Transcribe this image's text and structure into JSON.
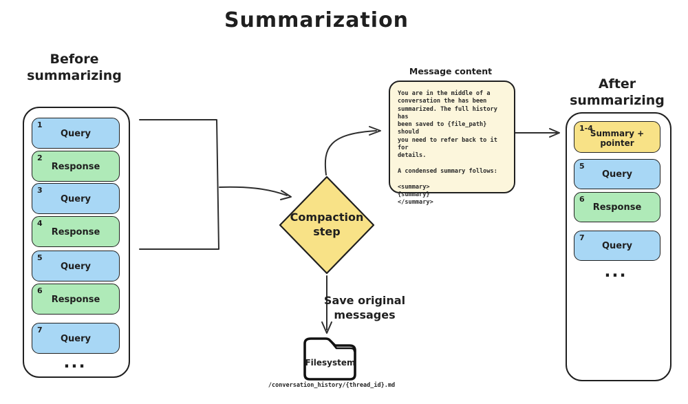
{
  "title": "Summarization",
  "colors": {
    "blue": "#a8d7f5",
    "green": "#afeab8",
    "yellow": "#f8e287",
    "cream": "#fcf6dc",
    "ink": "#1f1f1f"
  },
  "before": {
    "heading": "Before\nsummarizing",
    "messages": [
      {
        "num": "1",
        "label": "Query",
        "color": "blue"
      },
      {
        "num": "2",
        "label": "Response",
        "color": "green"
      },
      {
        "num": "3",
        "label": "Query",
        "color": "blue"
      },
      {
        "num": "4",
        "label": "Response",
        "color": "green"
      },
      {
        "num": "5",
        "label": "Query",
        "color": "blue"
      },
      {
        "num": "6",
        "label": "Response",
        "color": "green"
      },
      {
        "num": "7",
        "label": "Query",
        "color": "blue"
      }
    ],
    "ellipsis": "..."
  },
  "compaction": {
    "label": "Compaction\nstep"
  },
  "note": {
    "title": "Message content",
    "body": "You are in the middle of a\nconversation the has been\nsummarized. The full history has\nbeen saved to {file_path} should\nyou need to refer back to it for\ndetails.\n\nA condensed summary follows:\n\n<summary>\n{summary}\n</summary>"
  },
  "after": {
    "heading": "After\nsummarizing",
    "messages": [
      {
        "num": "1-4",
        "label": "Summary +\npointer",
        "color": "yellow"
      },
      {
        "num": "5",
        "label": "Query",
        "color": "blue"
      },
      {
        "num": "6",
        "label": "Response",
        "color": "green"
      },
      {
        "num": "7",
        "label": "Query",
        "color": "blue"
      }
    ],
    "ellipsis": "..."
  },
  "save_arrow_label": "Save original\nmessages",
  "filesystem_label": "Filesystem",
  "file_path_caption": "/conversation_history/{thread_id}.md"
}
